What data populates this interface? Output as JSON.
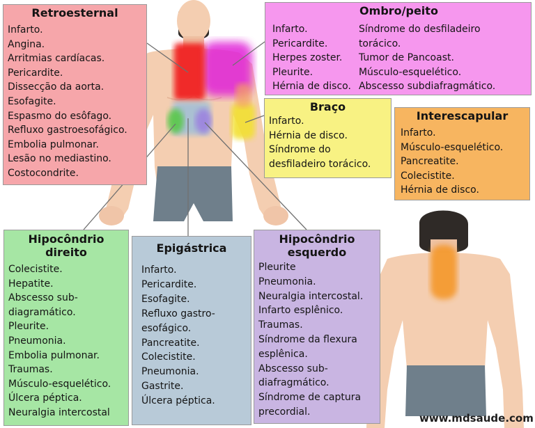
{
  "boxes": {
    "retroesternal": {
      "title": "Retroesternal",
      "items": [
        "Infarto.",
        "Angina.",
        "Arritmias cardíacas.",
        "Pericardite.",
        "Dissecção da aorta.",
        "Esofagite.",
        "Espasmo do esôfago.",
        "Refluxo gastroesofágico.",
        "Embolia pulmonar.",
        "Lesão no mediastino.",
        "Costocondrite."
      ]
    },
    "ombro_peito": {
      "title": "Ombro/peito",
      "col1": [
        "Infarto.",
        "Pericardite.",
        "Herpes zoster.",
        "Pleurite.",
        "Hérnia de disco."
      ],
      "col2": [
        "Síndrome do desfiladeiro",
        "torácico.",
        "Tumor de Pancoast.",
        "Músculo-esquelético.",
        "Abscesso subdiafragmático."
      ]
    },
    "braco": {
      "title": "Braço",
      "items": [
        "Infarto.",
        "Hérnia de disco.",
        "Síndrome do",
        "desfiladeiro torácico."
      ]
    },
    "interescapular": {
      "title": "Interescapular",
      "items": [
        "Infarto.",
        "Músculo-esquelético.",
        "Pancreatite.",
        "Colecistite.",
        "Hérnia de disco."
      ]
    },
    "hipocondrio_direito": {
      "title": "Hipocôndrio direito",
      "items": [
        "Colecistite.",
        "Hepatite.",
        "Abscesso sub-diagramático.",
        "Pleurite.",
        "Pneumonia.",
        "Embolia pulmonar.",
        "Traumas.",
        "Músculo-esquelético.",
        "Úlcera péptica.",
        "Neuralgia intercostal"
      ]
    },
    "epigastrica": {
      "title": "Epigástrica",
      "items": [
        "Infarto.",
        "Pericardite.",
        "Esofagite.",
        "Refluxo gastro-esofágico.",
        "Pancreatite.",
        "Colecistite.",
        "Pneumonia.",
        "Gastrite.",
        "Úlcera péptica."
      ]
    },
    "hipocondrio_esquerdo": {
      "title": "Hipocôndrio esquerdo",
      "items": [
        "Pleurite",
        "Pneumonia.",
        "Neuralgia intercostal.",
        "Infarto esplênico.",
        "Traumas.",
        "Síndrome da flexura esplênica.",
        "Abscesso sub-diafragmático.",
        "Síndrome de captura precordial."
      ]
    }
  },
  "credit": "www.mdsaude.com",
  "colors": {
    "retroesternal": "#f6a6aa",
    "ombro_peito": "#f697ee",
    "braco": "#f8f283",
    "interescapular": "#f7b560",
    "hipocondrio_direito": "#a6e6a4",
    "epigastrica": "#b8cad8",
    "hipocondrio_esquerdo": "#c9b5e2",
    "skin": "#f4ceb1",
    "shorts": "#6f7f8b",
    "hair": "#2f2a27"
  }
}
